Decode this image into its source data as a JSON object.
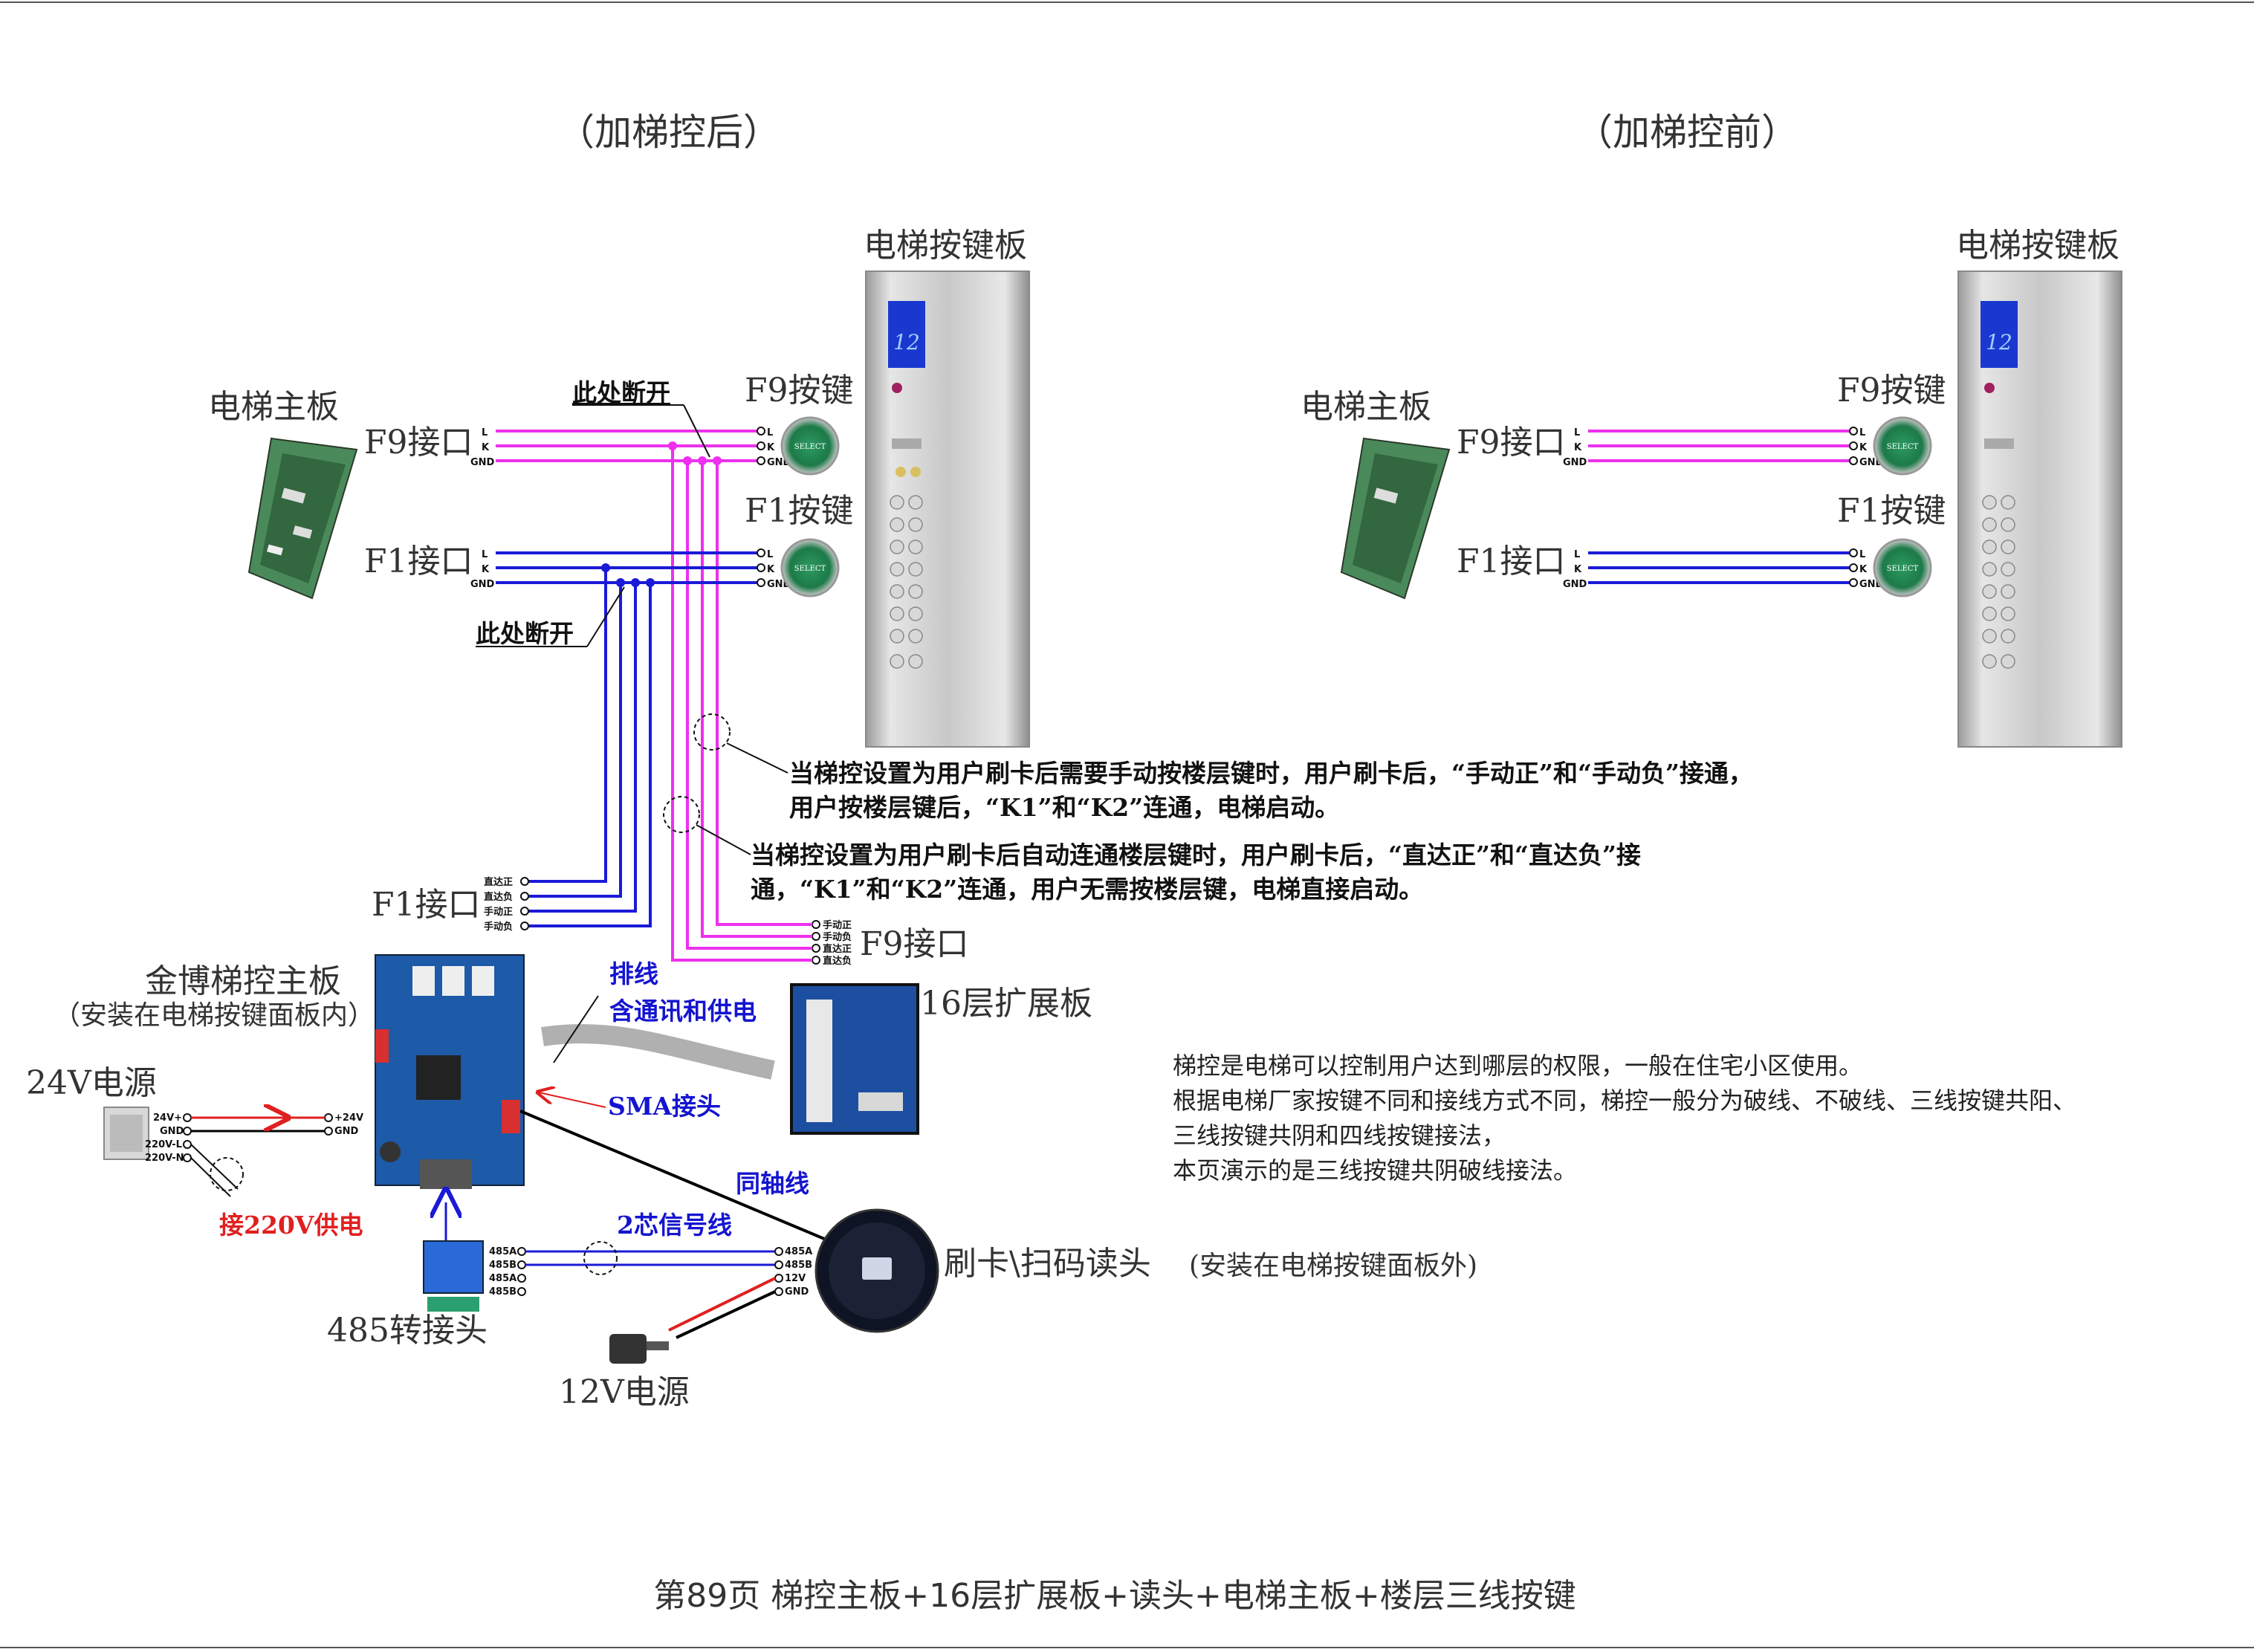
{
  "colors": {
    "magenta": "#ee30ee",
    "blue": "#1a1ad8",
    "red": "#e02020",
    "black": "#000000"
  },
  "titles": {
    "after": "（加梯控后）",
    "before": "（加梯控前）"
  },
  "labels": {
    "panel": "电梯按键板",
    "mainboard": "电梯主板",
    "f9_port": "F9接口",
    "f1_port": "F1接口",
    "f9_button": "F9按键",
    "f1_button": "F1按键",
    "break_here": "此处断开",
    "controller": "金博梯控主板",
    "controller_note": "（安装在电梯按键面板内）",
    "expansion": "16层扩展板",
    "ribbon": "排线",
    "ribbon_note": "含通讯和供电",
    "sma": "SMA接头",
    "coax": "同轴线",
    "signal": "2芯信号线",
    "power24": "24V电源",
    "ac220": "接220V供电",
    "rs485": "485转接头",
    "power12": "12V电源",
    "reader": "刷卡\\扫码读头",
    "reader_note": "(安装在电梯按键面板外)"
  },
  "pins": {
    "button": [
      "L",
      "K",
      "GND"
    ],
    "ctrl": [
      "直达正",
      "直达负",
      "手动正",
      "手动负"
    ],
    "ctrl_f9": [
      "手动正",
      "手动负",
      "直达正",
      "直达负"
    ],
    "psu24": [
      "24V+",
      "GND",
      "220V-L",
      "220V-N"
    ],
    "psu24_out": [
      "+24V",
      "GND"
    ],
    "rs485": [
      "485A",
      "485B",
      "485A",
      "485B"
    ],
    "reader": [
      "485A",
      "485B",
      "12V",
      "GND"
    ]
  },
  "notes": {
    "manual_1": "当梯控设置为用户刷卡后需要手动按楼层键时，用户刷卡后，“手动正”和“手动负”接通，",
    "manual_2": "用户按楼层键后，“K1”和“K2”连通，电梯启动。",
    "direct_1": "当梯控设置为用户刷卡后自动连通楼层键时，用户刷卡后，“直达正”和“直达负”接",
    "direct_2": "通，“K1”和“K2”连通，用户无需按楼层键，电梯直接启动。"
  },
  "description": [
    "梯控是电梯可以控制用户达到哪层的权限，一般在住宅小区使用。",
    "根据电梯厂家按键不同和接线方式不同，梯控一般分为破线、不破线、三线按键共阳、",
    "三线按键共阴和四线按键接法，",
    "本页演示的是三线按键共阴破线接法。"
  ],
  "panel_display": "12",
  "button_caption": "SELECT",
  "footer": "第89页  梯控主板+16层扩展板+读头+电梯主板+楼层三线按键"
}
